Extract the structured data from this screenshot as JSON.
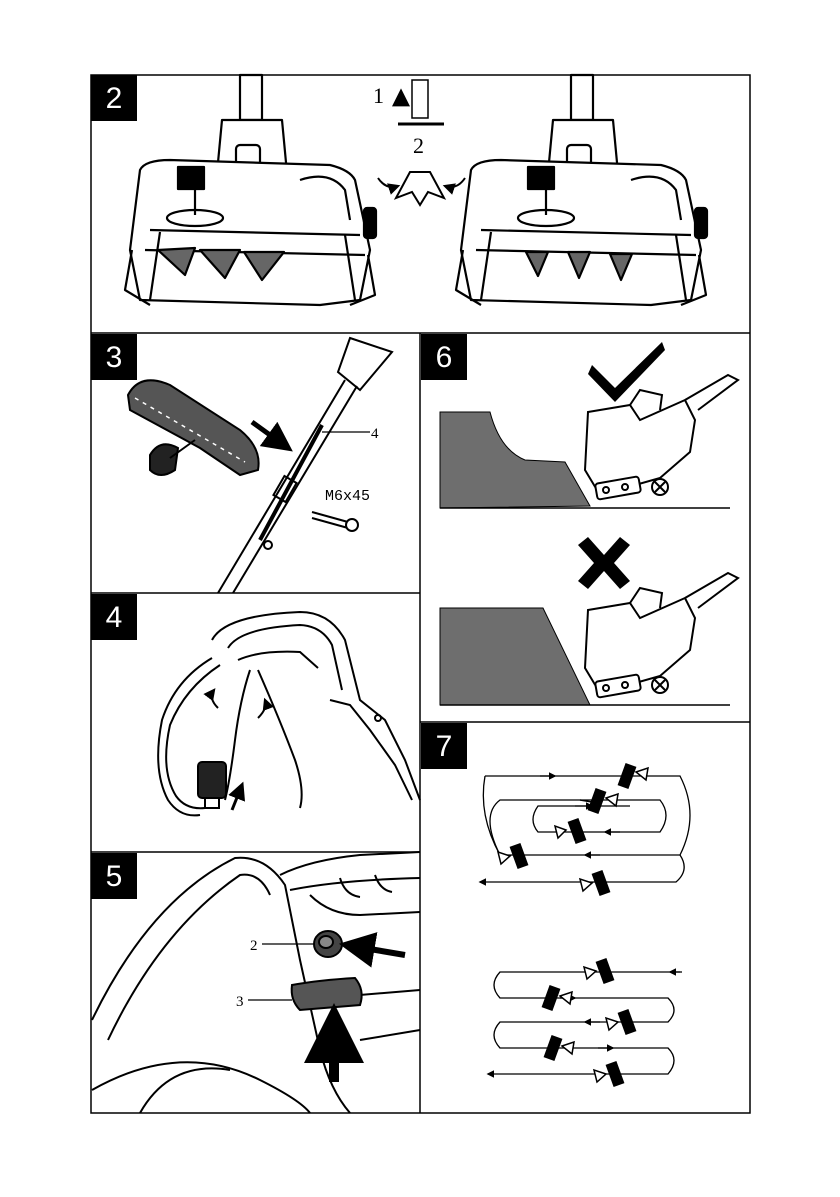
{
  "panels": [
    {
      "id": "2",
      "number": "2"
    },
    {
      "id": "3",
      "number": "3"
    },
    {
      "id": "4",
      "number": "4"
    },
    {
      "id": "5",
      "number": "5"
    },
    {
      "id": "6",
      "number": "6"
    },
    {
      "id": "7",
      "number": "7"
    }
  ],
  "panel2": {
    "step_top": "1",
    "step_bottom": "2"
  },
  "panel3": {
    "callout_handle_tube": "4",
    "bolt_label": "M6x45"
  },
  "panel5": {
    "callout_button": "2",
    "callout_lever": "3"
  },
  "panel6": {
    "ok_mark": "correct-check-icon",
    "bad_mark": "incorrect-cross-icon"
  },
  "colors": {
    "ink": "#000000",
    "snow_fill": "#6e6e6e",
    "paper": "#ffffff"
  }
}
